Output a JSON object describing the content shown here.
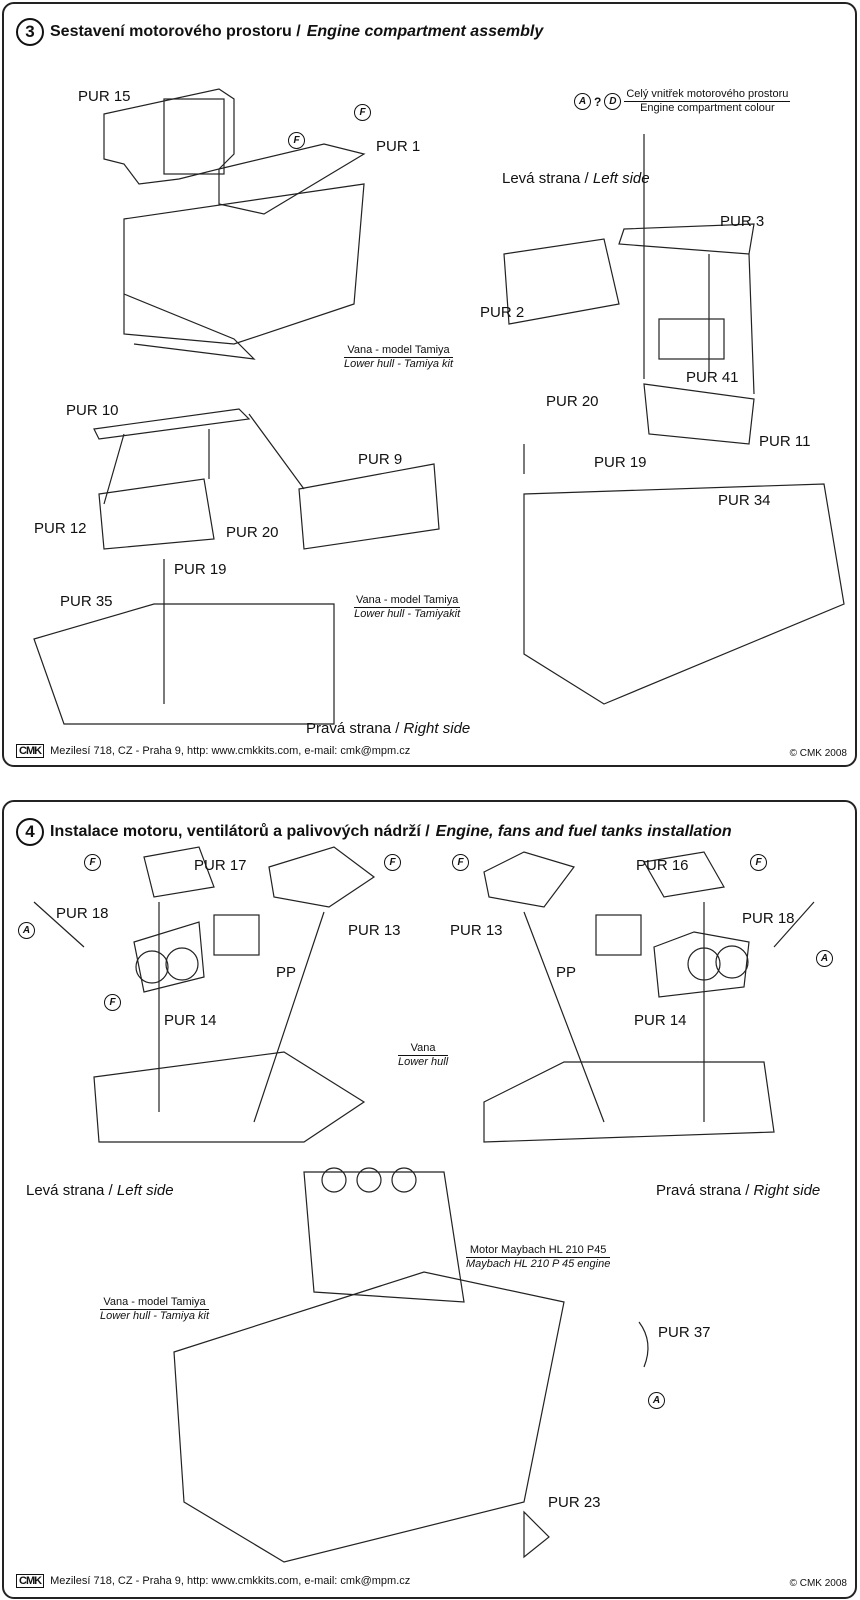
{
  "step3": {
    "number": "3",
    "title": "Sestavení motorového prostoru / ",
    "title_en": "Engine compartment assembly",
    "colour_note": {
      "callouts": [
        "A",
        "?",
        "D"
      ],
      "cz": "Celý vnitřek motorového prostoru",
      "en": "Engine compartment colour"
    },
    "left_side": {
      "cz": "Levá strana / ",
      "en": "Left side"
    },
    "right_side": {
      "cz": "Pravá strana / ",
      "en": "Right side"
    },
    "hull_note_1": {
      "cz": "Vana - model Tamiya",
      "en": "Lower hull - Tamiya kit"
    },
    "hull_note_2": {
      "cz": "Vana - model Tamiya",
      "en": "Lower hull - Tamiyakit"
    },
    "parts": [
      "PUR 15",
      "PUR 1",
      "PUR 3",
      "PUR 2",
      "PUR 41",
      "PUR 20",
      "PUR 11",
      "PUR 19",
      "PUR 34",
      "PUR 10",
      "PUR 9",
      "PUR 12",
      "PUR 20",
      "PUR 19",
      "PUR 35"
    ],
    "callouts": [
      "F",
      "F"
    ]
  },
  "step4": {
    "number": "4",
    "title": "Instalace motoru, ventilátorů a palivových nádrží / ",
    "title_en": "Engine, fans and fuel tanks installation",
    "left_side": {
      "cz": "Levá strana / ",
      "en": "Left side"
    },
    "right_side": {
      "cz": "Pravá strana / ",
      "en": "Right side"
    },
    "hull_note": {
      "cz": "Vana",
      "en": "Lower hull"
    },
    "hull_note_kit": {
      "cz": "Vana - model Tamiya",
      "en": "Lower hull - Tamiya kit"
    },
    "engine_note": {
      "cz": "Motor Maybach HL 210 P45",
      "en": "Maybach HL 210 P 45 engine"
    },
    "parts": [
      "PUR 17",
      "PUR 18",
      "PUR 13",
      "PP",
      "PUR 14",
      "PUR 13",
      "PUR 16",
      "PUR 18",
      "PP",
      "PUR 14",
      "PUR 37",
      "PUR 23"
    ],
    "callouts": [
      "F",
      "A",
      "F",
      "F",
      "F",
      "F",
      "A",
      "A"
    ]
  },
  "footer": {
    "logo": "CMK",
    "address": "Mezilesí 718, CZ - Praha 9,  http: www.cmkkits.com, e-mail: cmk@mpm.cz",
    "copyright": "© CMK 2008"
  }
}
